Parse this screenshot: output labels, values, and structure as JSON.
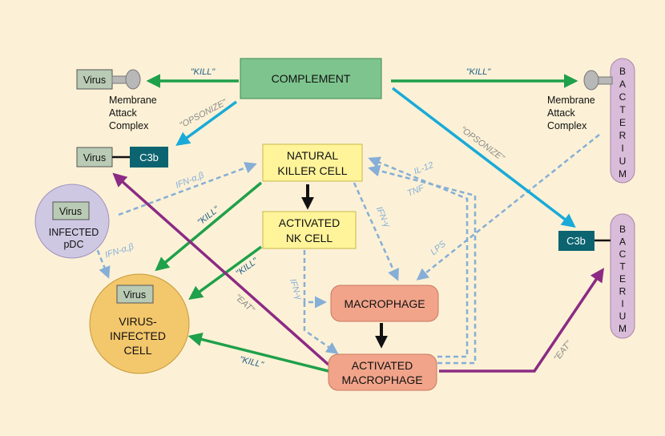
{
  "colors": {
    "background": "#fcf1d6",
    "kill_green": "#1fa04a",
    "opsonize_blue": "#1aaad8",
    "eat_purple": "#8c2a84",
    "cytokine_dashed": "#86aed6",
    "complement_fill": "#7ec48e",
    "nk_fill": "#fff49a",
    "macrophage_fill": "#f1a48a",
    "bacterium_fill": "#d9bcd9",
    "pdc_fill": "#cfc8e3",
    "infected_cell_fill": "#f3c76c",
    "c3b_fill": "#0c6470",
    "virus_fill": "#b9cab5"
  },
  "nodes": {
    "complement": "COMPLEMENT",
    "nk_line1": "NATURAL",
    "nk_line2": "KILLER CELL",
    "activated_nk_line1": "ACTIVATED",
    "activated_nk_line2": "NK CELL",
    "macrophage": "MACROPHAGE",
    "activated_macrophage_line1": "ACTIVATED",
    "activated_macrophage_line2": "MACROPHAGE",
    "virus": "Virus",
    "c3b": "C3b",
    "infected_pdc_line1": "INFECTED",
    "infected_pdc_line2": "pDC",
    "virus_infected_cell_line1": "VIRUS-",
    "virus_infected_cell_line2": "INFECTED",
    "virus_infected_cell_line3": "CELL",
    "mac_line1": "Membrane",
    "mac_line2": "Attack",
    "mac_line3": "Complex",
    "bacterium_letters": [
      "B",
      "A",
      "C",
      "T",
      "E",
      "R",
      "I",
      "U",
      "M"
    ]
  },
  "edge_labels": {
    "kill": "\"KILL\"",
    "opsonize": "\"OPSONIZE\"",
    "eat": "\"EAT\"",
    "ifn_ab": "IFN-α,β",
    "ifn_g": "IFN-γ",
    "il12": "IL-12",
    "tnf": "TNF",
    "lps": "LPS"
  }
}
